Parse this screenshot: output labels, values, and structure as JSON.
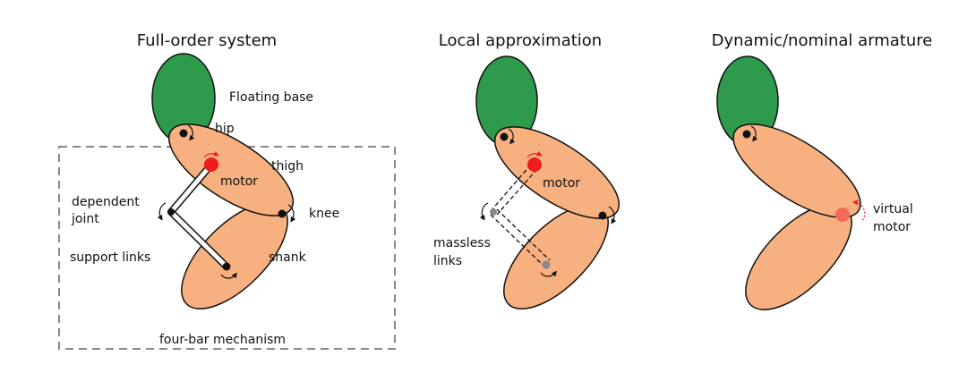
{
  "panels": [
    {
      "title": "Full-order system",
      "labels": {
        "floating_base": "Floating base",
        "hip": "hip",
        "thigh": "thigh",
        "motor": "motor",
        "knee": "knee",
        "dependent_joint_line1": "dependent",
        "dependent_joint_line2": "joint",
        "support_links": "support links",
        "shank": "shank",
        "four_bar": "four-bar mechanism"
      }
    },
    {
      "title": "Local approximation",
      "labels": {
        "motor": "motor",
        "massless_line1": "massless",
        "massless_line2": "links"
      }
    },
    {
      "title": "Dynamic/nominal armature",
      "labels": {
        "virtual_line1": "virtual",
        "virtual_line2": "motor"
      }
    }
  ],
  "colors": {
    "base": "#2e9a4c",
    "link": "#f7b07f",
    "motor": "#ee1c1c",
    "virtual_motor": "#f46a5a",
    "outline": "#111111",
    "dashed_box": "#888888"
  }
}
